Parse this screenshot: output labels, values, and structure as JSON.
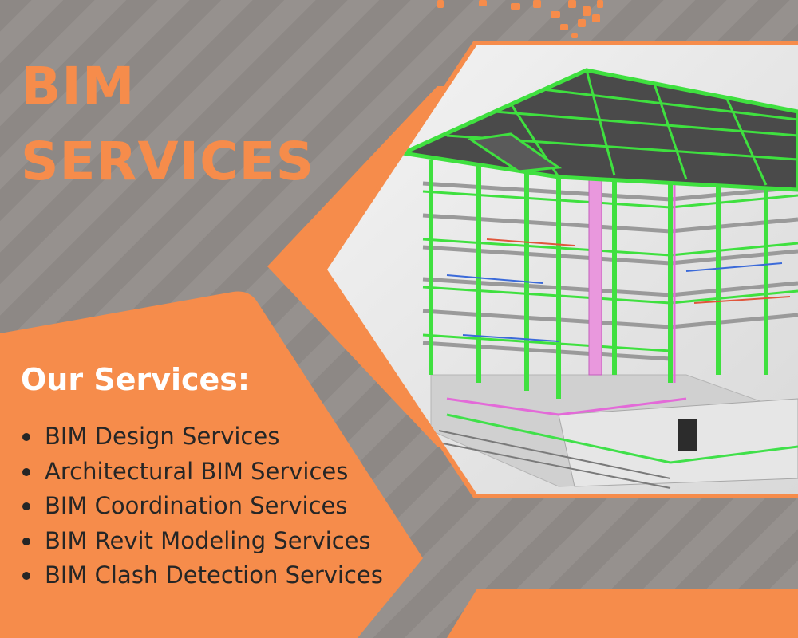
{
  "colors": {
    "accent": "#f68c4b",
    "background": "#8f8a87",
    "text_dark": "#262626",
    "text_light": "#ffffff"
  },
  "title": {
    "line1": "BIM",
    "line2": "SERVICES"
  },
  "services": {
    "heading": "Our Services:",
    "items": [
      "BIM Design Services",
      "Architectural BIM Services",
      "BIM Coordination Services",
      "BIM Revit Modeling Services",
      "BIM Clash Detection Services"
    ]
  },
  "image": {
    "subject": "building-bim-model"
  }
}
